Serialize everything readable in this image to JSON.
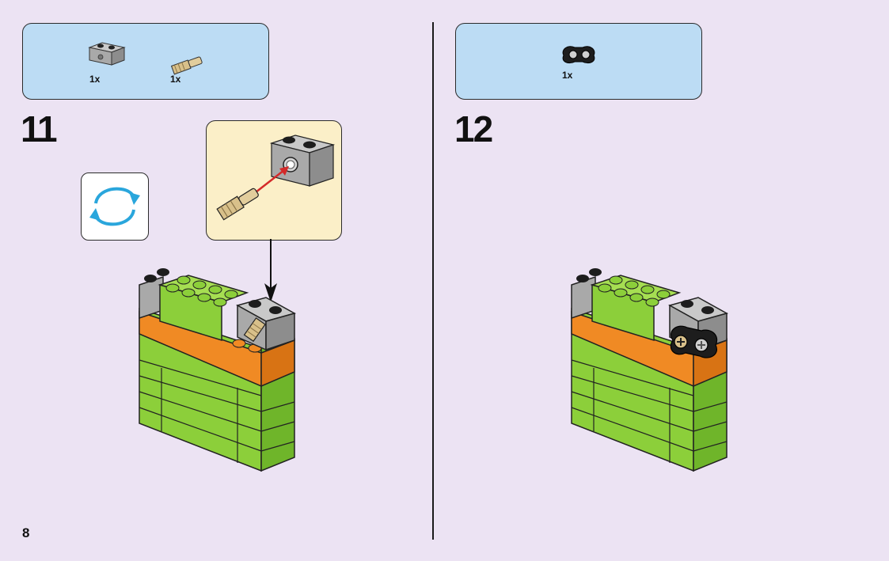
{
  "page": {
    "number": "8"
  },
  "step11": {
    "number": "11",
    "parts": [
      {
        "qty": "1x",
        "icon": "light-gray-technic-brick-1x2-with-hole-icon"
      },
      {
        "qty": "1x",
        "icon": "tan-axle-pin-icon"
      }
    ]
  },
  "step12": {
    "number": "12",
    "parts": [
      {
        "qty": "1x",
        "icon": "black-technic-double-pin-connector-icon"
      }
    ]
  },
  "colors": {
    "background": "#ece3f3",
    "parts_box": "#bcdcf4",
    "callout": "#fbefc8",
    "lime": "#8ccf3a",
    "orange": "#f08a24",
    "light_gray": "#a9a9a9",
    "tan": "#d8c08a",
    "rotate_arrow": "#2aa6dc"
  }
}
